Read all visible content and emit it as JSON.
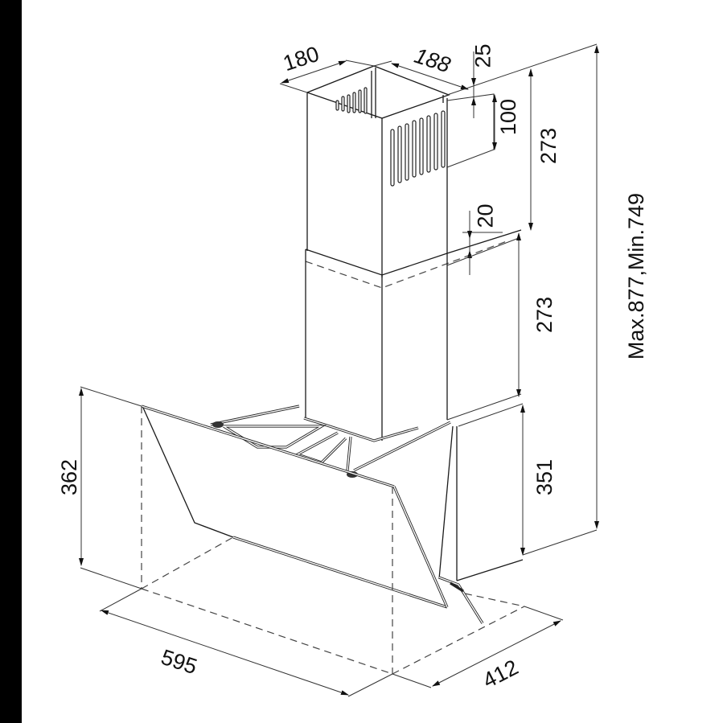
{
  "drawing": {
    "subject": "Angled glass chimney cooker hood — dimension drawing",
    "units": "mm",
    "colors": {
      "background": "#ffffff",
      "line": "#1a1a1a",
      "left_strip": "#000000"
    }
  },
  "dimensions": {
    "duct_width": "180",
    "duct_depth": "188",
    "outlet_top_offset": "25",
    "outlet_height": "100",
    "upper_chimney_height": "273",
    "chimney_overlap": "20",
    "lower_chimney_height": "273",
    "body_height_back": "351",
    "total_height": "Max.877,Min.749",
    "glass_height": "362",
    "width": "595",
    "depth": "412"
  }
}
